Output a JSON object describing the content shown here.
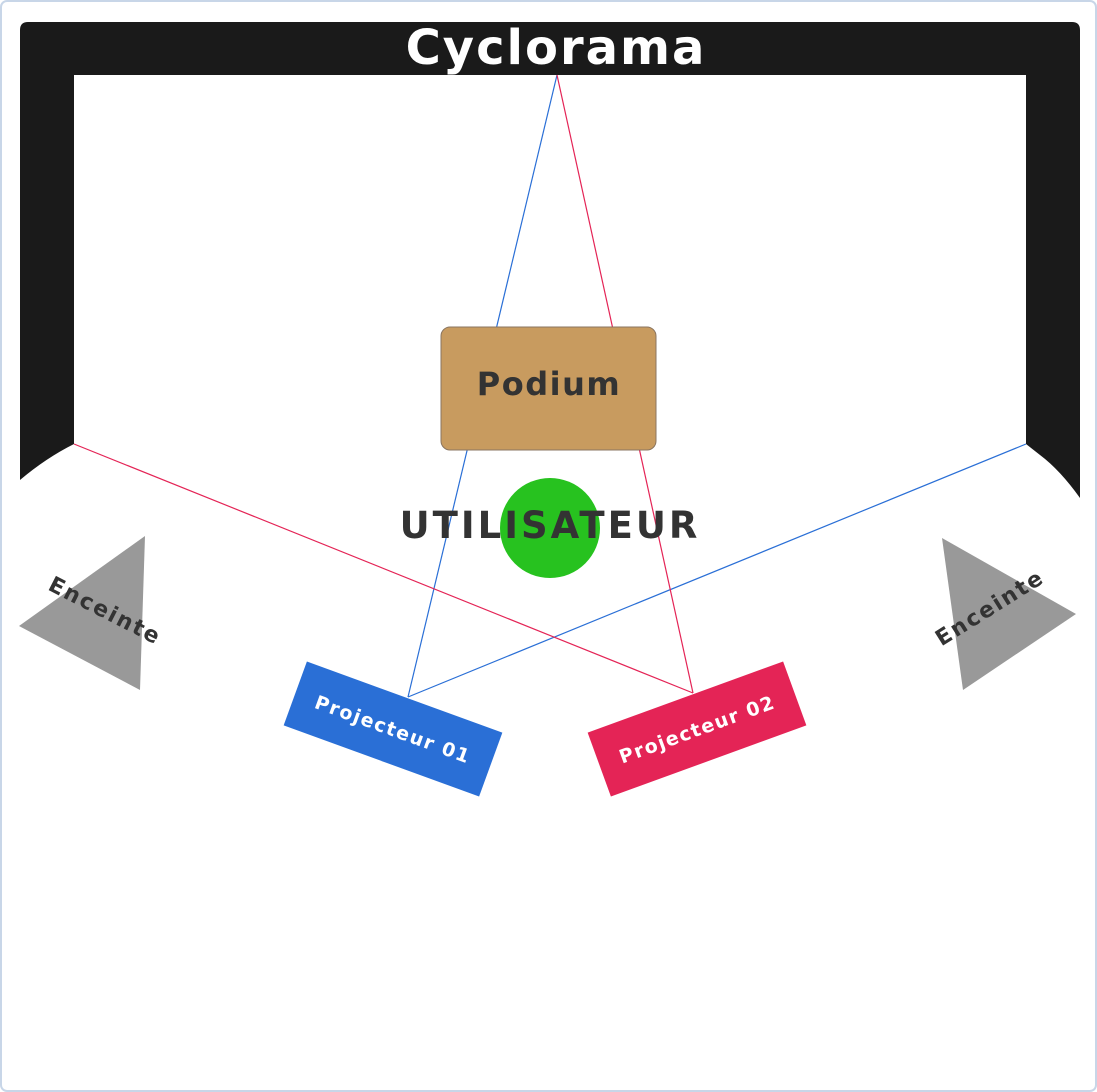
{
  "title": "Cyclorama",
  "podium": {
    "label": "Podium"
  },
  "user": {
    "label": "UTILISATEUR"
  },
  "speakers": [
    {
      "label": "Enceinte"
    },
    {
      "label": "Enceinte"
    }
  ],
  "projectors": [
    {
      "label": "Projecteur 01"
    },
    {
      "label": "Projecteur 02"
    }
  ],
  "colors": {
    "cyclorama": "#1a1a1a",
    "podium": "#c89b5f",
    "user": "#27c21f",
    "speaker": "#999999",
    "projector_01": "#2a6fd6",
    "projector_02": "#e42456",
    "label_dark": "#333333",
    "frame": "#c8d6e8"
  }
}
